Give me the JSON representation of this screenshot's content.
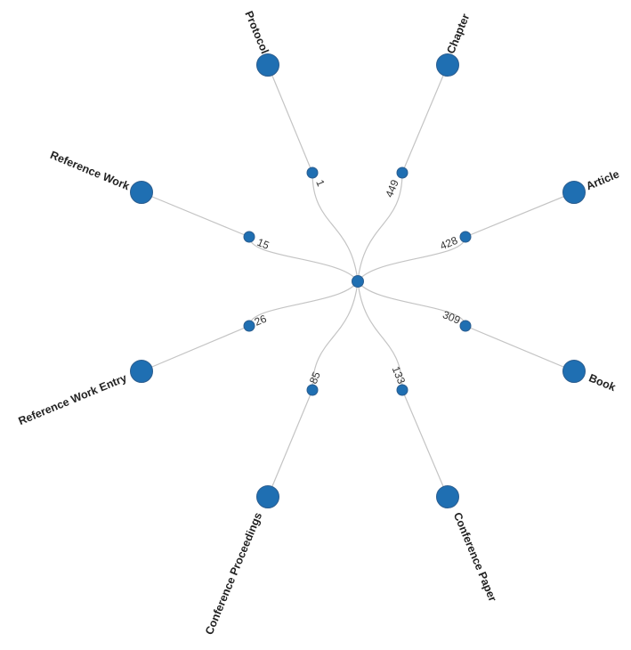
{
  "colors": {
    "node": "#1f6fb2",
    "link": "#c4c4c4",
    "label": "#222222"
  },
  "root": {
    "label": ""
  },
  "branches": [
    {
      "label": "Protocol",
      "count": "1"
    },
    {
      "label": "Chapter",
      "count": "449"
    },
    {
      "label": "Article",
      "count": "428"
    },
    {
      "label": "Book",
      "count": "309"
    },
    {
      "label": "Conference Paper",
      "count": "133"
    },
    {
      "label": "Conference Proceedings",
      "count": "85"
    },
    {
      "label": "Reference Work Entry",
      "count": "26"
    },
    {
      "label": "Reference Work",
      "count": "15"
    }
  ]
}
